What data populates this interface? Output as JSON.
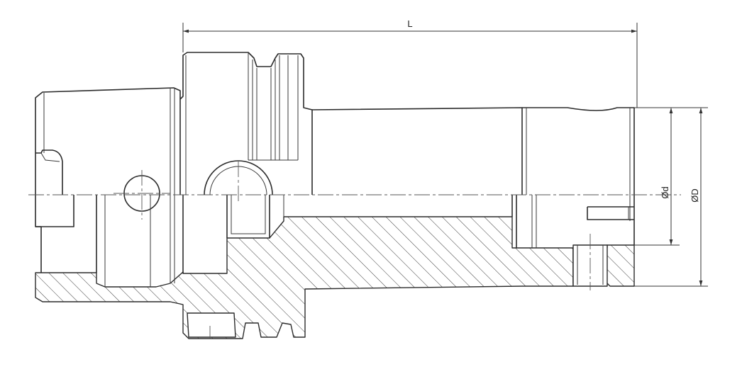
{
  "drawing": {
    "dimensions": {
      "length_label": "L",
      "inner_diameter_label": "Ød",
      "outer_diameter_label": "ØD"
    }
  }
}
